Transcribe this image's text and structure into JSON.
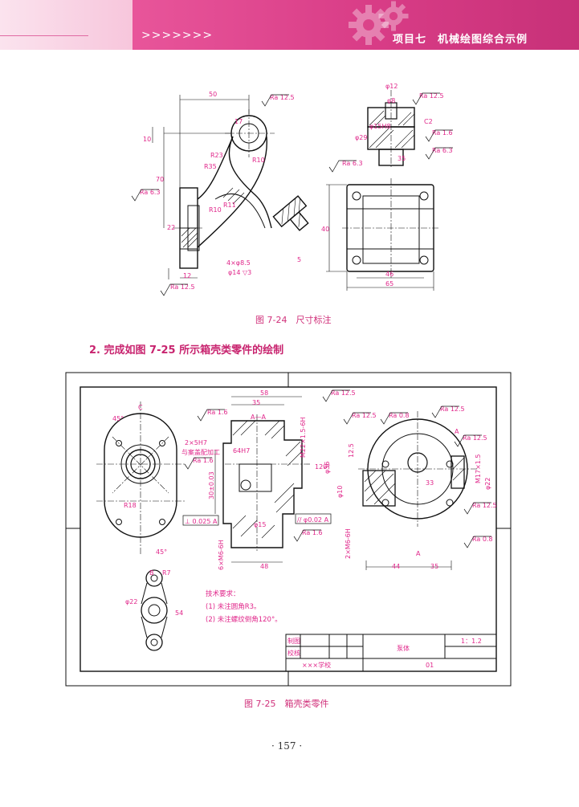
{
  "header": {
    "chevrons": ">>>>>>>",
    "title": "项目七　机械绘图综合示例"
  },
  "figure_724": {
    "caption": "图 7-24　尺寸标注",
    "dims": {
      "d50": "50",
      "d17": "17",
      "d10": "10",
      "d70": "70",
      "d22": "22",
      "d12": "12",
      "r23": "R23",
      "r35": "R35",
      "r10a": "R10",
      "r10b": "R10",
      "r11": "R11",
      "d5": "5",
      "holes": "4×φ8.5",
      "cbore": "φ14 ▽3",
      "d12top": "φ12",
      "d8": "φ8",
      "d29": "φ29",
      "d15": "φ15H8",
      "c2": "C2",
      "d35": "35",
      "d40": "40",
      "d46": "46",
      "d65": "65"
    },
    "roughness": {
      "ra1": "Ra 12.5",
      "ra2": "Ra 6.3",
      "ra3": "Ra 12.5",
      "ra4": "Ra 12.5",
      "ra5": "Ra 1.6",
      "ra6": "Ra 6.3",
      "ra7": "Ra 6.3"
    }
  },
  "section": {
    "heading": "2. 完成如图 7-25 所示箱壳类零件的绘制"
  },
  "figure_725": {
    "caption": "图 7-25　箱壳类零件",
    "dims": {
      "c": "C",
      "deg45a": "45°",
      "deg45b": "45°",
      "r18": "R18",
      "d58": "58",
      "d35": "35",
      "aa": "A—A",
      "m22": "M22×1.5-6H",
      "h5": "2×5H7",
      "note": "与案盖配加工",
      "d64": "64H7",
      "thread120": "120°",
      "d30": "30±0.03",
      "d15": "φ15",
      "d36": "φ36",
      "d48": "48",
      "m6": "6×M6-6H",
      "perp": "⊥ 0.025 A",
      "par": "// φ0.02 A",
      "b": "B",
      "r7": "R7",
      "d22": "φ22",
      "d54": "54",
      "d44": "44",
      "d35b": "35",
      "d33": "33",
      "m17": "M17×1.5",
      "d10": "φ10",
      "a1": "A",
      "a2": "A",
      "m6b": "2×M6-6H",
      "d22b": "φ22",
      "d12": "12.5"
    },
    "roughness": {
      "r1": "Ra 12.5",
      "r2": "Ra 1.6",
      "r3": "Ra 1.6",
      "r4": "Ra 1.6",
      "r5": "Ra 12.5",
      "r6": "Ra 0.8",
      "r7": "Ra 12.5",
      "r8": "Ra 12.5",
      "r9": "Ra 12.5",
      "r10": "Ra 0.8"
    },
    "tech": {
      "title": "技术要求：",
      "line1": "(1) 未注圆角R3。",
      "line2": "(2) 未注螺纹倒角120°。"
    },
    "title_block": {
      "draw": "制图",
      "check": "校核",
      "name": "泵体",
      "scale": "1：1.2",
      "school": "×××学校",
      "number": "01"
    }
  },
  "page": {
    "number": "· 157 ·"
  }
}
